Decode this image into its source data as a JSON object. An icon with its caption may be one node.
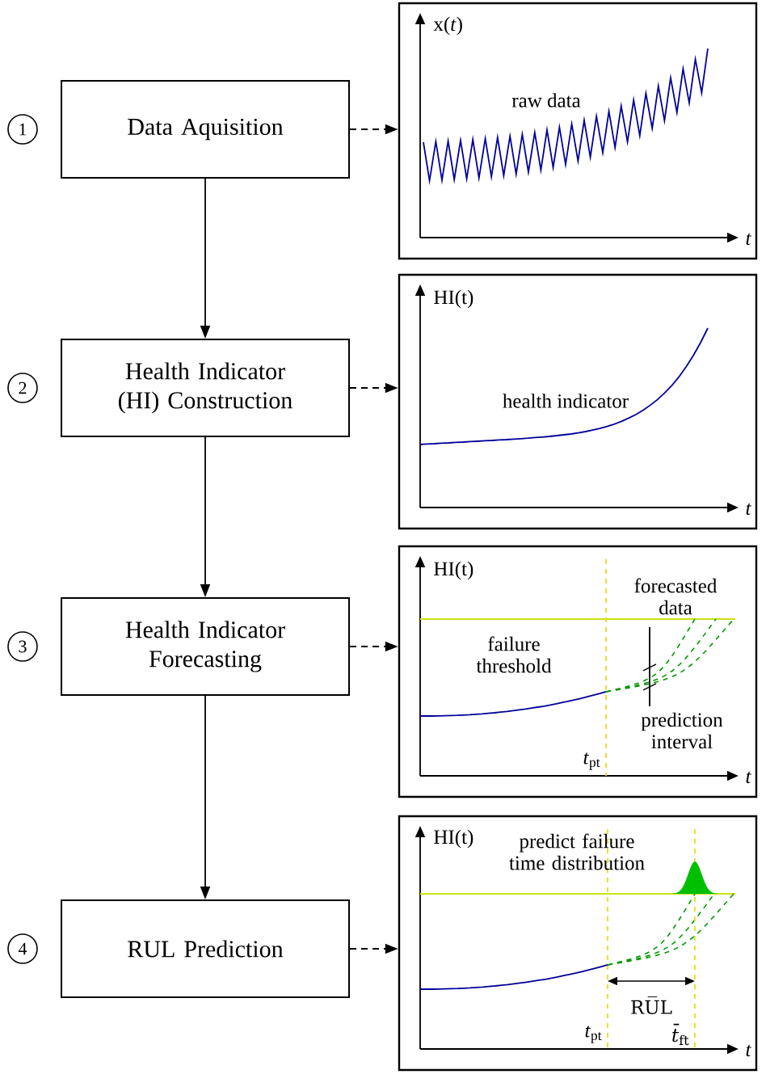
{
  "diagram": {
    "nodes": [
      {
        "text": [
          "1"
        ]
      },
      {
        "text": [
          "Data Aquisition"
        ]
      },
      {
        "text": [
          "x(*t*)",
          "raw data",
          "t"
        ]
      },
      {
        "text": [
          "2"
        ]
      },
      {
        "text": [
          "Health Indicator (HI) Construction"
        ]
      },
      {
        "text": [
          "HI(t)",
          "health indicator",
          "t"
        ]
      },
      {
        "text": [
          "3"
        ]
      },
      {
        "text": [
          "Health Indicator Forecasting"
        ]
      },
      {
        "text": [
          "HI(t)",
          "forecasted data",
          "failure threshold",
          "prediction interval",
          "*t*$_{pt}$",
          "t"
        ]
      },
      {
        "text": [
          "4"
        ]
      },
      {
        "text": [
          "RUL Prediction"
        ]
      },
      {
        "text": [
          "HI(t)",
          "predict failure time distribution",
          "RU̅L",
          "*t*$_{pt}$",
          "*t̄*$_{ft}$",
          "t"
        ]
      }
    ],
    "edges": [
      {
        "from": 1,
        "to": 4,
        "arrow": "to"
      },
      {
        "from": 4,
        "to": 7,
        "arrow": "to"
      },
      {
        "from": 7,
        "to": 10,
        "arrow": "to"
      },
      {
        "from": 1,
        "to": 2,
        "arrow": "to",
        "style": "dashed"
      },
      {
        "from": 4,
        "to": 5,
        "arrow": "to",
        "style": "dashed"
      },
      {
        "from": 7,
        "to": 8,
        "arrow": "to",
        "style": "dashed"
      },
      {
        "from": 10,
        "to": 11,
        "arrow": "to",
        "style": "dashed"
      }
    ]
  }
}
